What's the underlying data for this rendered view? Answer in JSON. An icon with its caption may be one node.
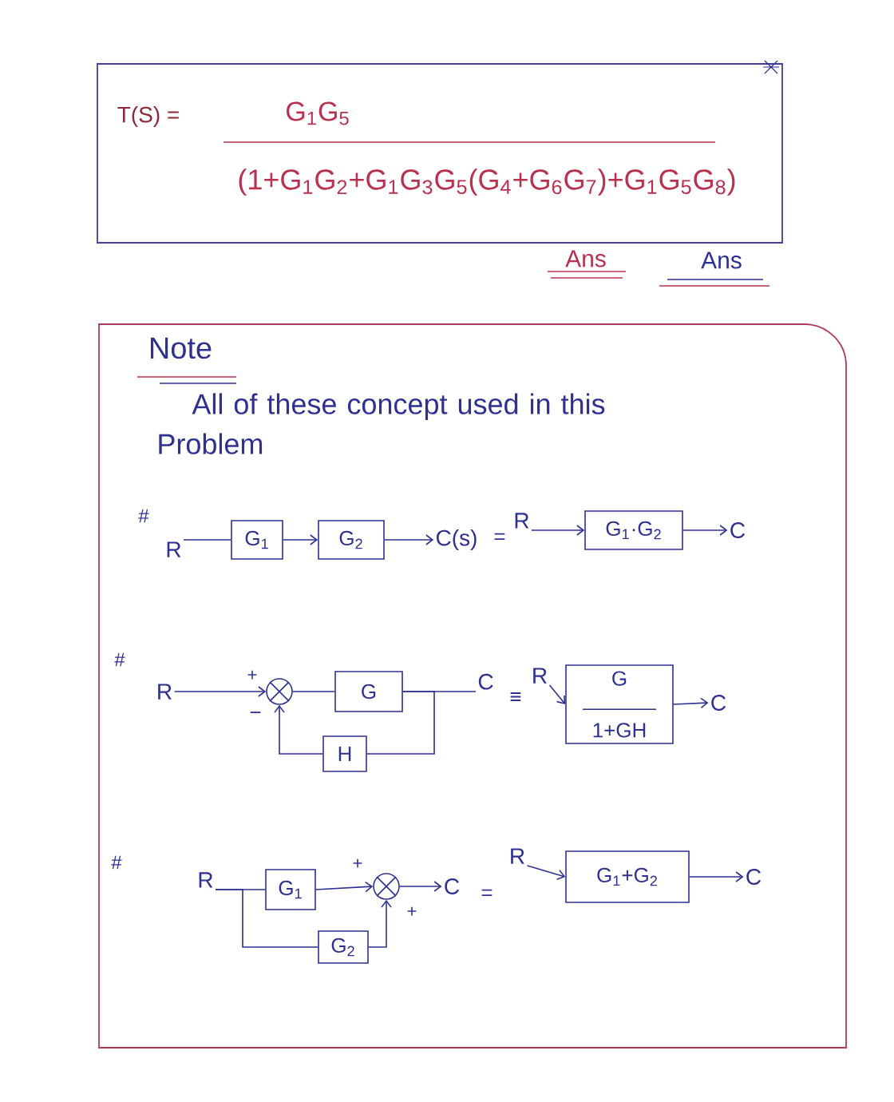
{
  "diagram": {
    "nodes": [
      {
        "text": [
          "T(S) =",
          "G$_{1}$G$_{5}$",
          "(1+G$_{1}$G$_{2}$+G$_{1}$G$_{3}$G$_{5}$(G$_{4}$+G$_{6}$G$_{7}$)+G$_{1}$G$_{5}$G$_{8}$)"
        ],
        "beside": [
          "Ans",
          "Ans"
        ]
      },
      {
        "text": [
          "Note",
          "All of these concept used in this Problem"
        ]
      },
      {
        "text": [
          "R"
        ],
        "in": 1
      },
      {
        "text": [
          "G$_{1}$"
        ],
        "in": 1
      },
      {
        "text": [
          "G$_{2}$"
        ],
        "in": 1
      },
      {
        "text": [
          "C(s)"
        ],
        "in": 1
      },
      {
        "text": [
          "R"
        ],
        "in": 1
      },
      {
        "text": [
          "G$_{1}$·G$_{2}$"
        ],
        "in": 1
      },
      {
        "text": [
          "C"
        ],
        "in": 1
      },
      {
        "text": [
          "R"
        ],
        "in": 1
      },
      {
        "text": [],
        "shape": "circle",
        "in": 1
      },
      {
        "text": [
          "G"
        ],
        "in": 1
      },
      {
        "text": [
          "H"
        ],
        "in": 1
      },
      {
        "text": [
          "C"
        ],
        "in": 1
      },
      {
        "text": [
          "R"
        ],
        "in": 1
      },
      {
        "text": [
          "G",
          "1+GH"
        ],
        "in": 1
      },
      {
        "text": [
          "C"
        ],
        "in": 1
      },
      {
        "text": [
          "R"
        ],
        "in": 1
      },
      {
        "text": [
          "G$_{1}$"
        ],
        "in": 1
      },
      {
        "text": [
          "G$_{2}$"
        ],
        "in": 1
      },
      {
        "text": [],
        "shape": "circle",
        "in": 1
      },
      {
        "text": [
          "C"
        ],
        "in": 1
      },
      {
        "text": [
          "R"
        ],
        "in": 1
      },
      {
        "text": [
          "G$_{1}$+G$_{2}$"
        ],
        "in": 1
      },
      {
        "text": [
          "C"
        ],
        "in": 1
      }
    ],
    "edges": [
      {
        "from": 2,
        "to": 3,
        "arrow": "none"
      },
      {
        "from": 3,
        "to": 4,
        "arrow": "to"
      },
      {
        "from": 4,
        "to": 5,
        "arrow": "to"
      },
      {
        "from": 6,
        "to": 7,
        "arrow": "to"
      },
      {
        "from": 7,
        "to": 8,
        "arrow": "to"
      },
      {
        "from": 9,
        "to": 10,
        "arrow": "to"
      },
      {
        "from": 10,
        "to": 11,
        "arrow": "none"
      },
      {
        "from": 11,
        "to": 13,
        "arrow": "none"
      },
      {
        "from": 11,
        "to": 12,
        "arrow": "none"
      },
      {
        "from": 12,
        "to": 10,
        "arrow": "to"
      },
      {
        "from": 14,
        "to": 15,
        "arrow": "to"
      },
      {
        "from": 15,
        "to": 16,
        "arrow": "to"
      },
      {
        "from": 17,
        "to": 18,
        "arrow": "none"
      },
      {
        "from": 17,
        "to": 19,
        "arrow": "none"
      },
      {
        "from": 18,
        "to": 20,
        "arrow": "to"
      },
      {
        "from": 19,
        "to": 20,
        "arrow": "to"
      },
      {
        "from": 20,
        "to": 21,
        "arrow": "to"
      },
      {
        "from": 22,
        "to": 23,
        "arrow": "to"
      },
      {
        "from": 23,
        "to": 24,
        "arrow": "to"
      }
    ],
    "labels": [
      "#",
      "=",
      "#",
      "+",
      "−",
      "≡",
      "#",
      "+",
      "+",
      "="
    ]
  }
}
